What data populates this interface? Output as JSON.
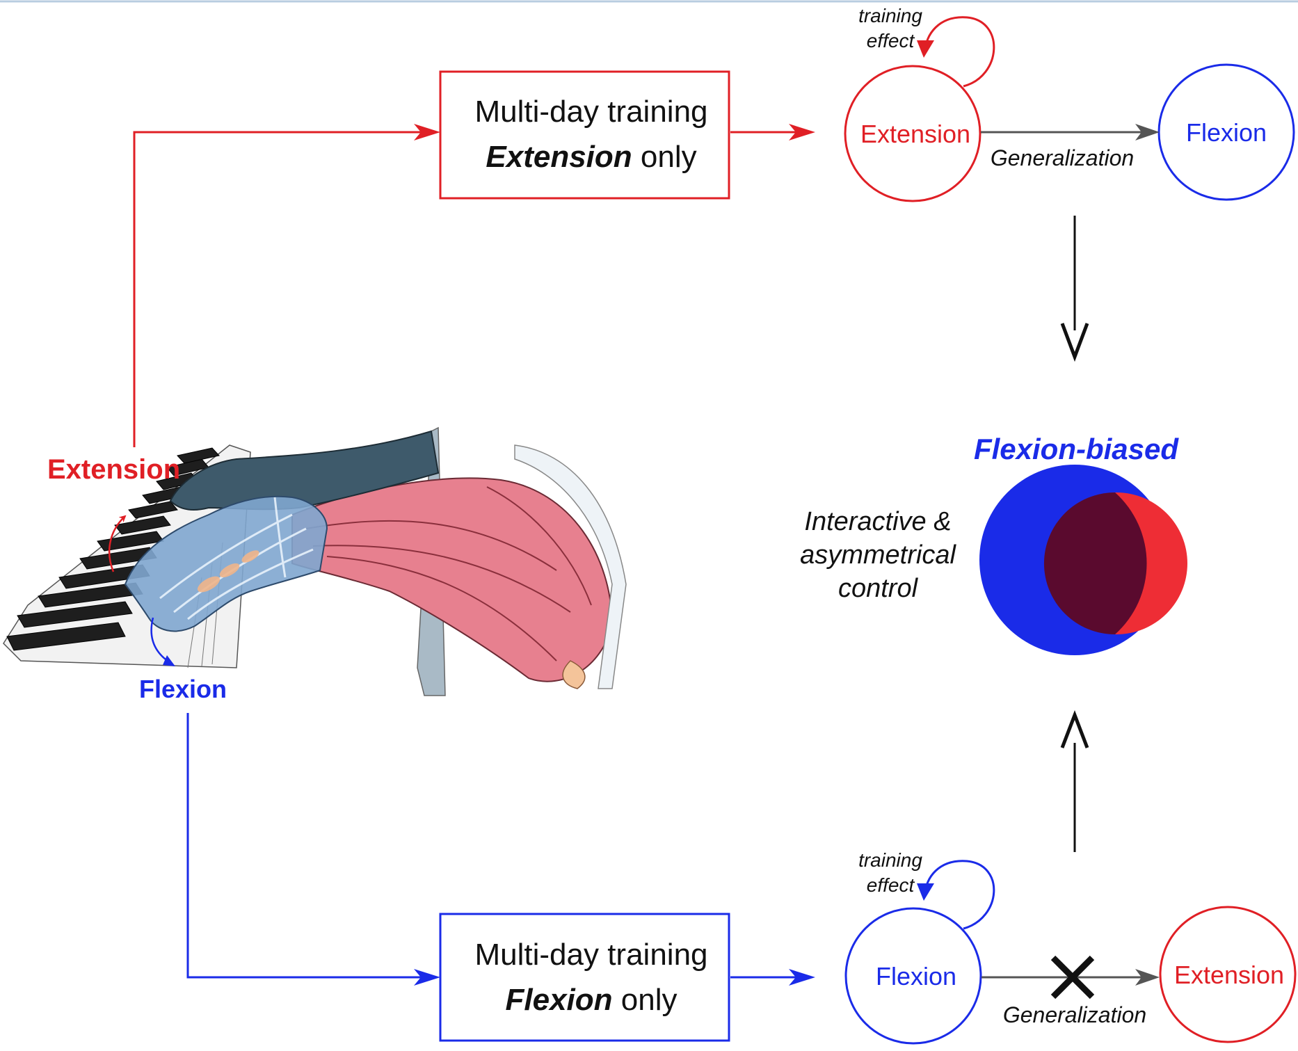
{
  "colors": {
    "extension": "#e01f25",
    "flexion": "#1a2be8",
    "arrow_gray": "#555555",
    "black": "#111111",
    "overlap": "#5a0a2e",
    "muscle": "#e7808f",
    "hand_skin": "#7fa6cf",
    "sleeve": "#3e5a6b"
  },
  "labels": {
    "extension_arrow": "Extension",
    "flexion_arrow": "Flexion"
  },
  "top_box": {
    "line1": "Multi-day training",
    "line2_bold": "Extension",
    "line2_rest": " only"
  },
  "bottom_box": {
    "line1": "Multi-day training",
    "line2_bold": "Flexion",
    "line2_rest": " only"
  },
  "top_row": {
    "training_effect_1": "training",
    "training_effect_2": "effect",
    "circle_left": "Extension",
    "circle_right": "Flexion",
    "generalization": "Generalization"
  },
  "bottom_row": {
    "training_effect_1": "training",
    "training_effect_2": "effect",
    "circle_left": "Flexion",
    "circle_right": "Extension",
    "generalization": "Generalization"
  },
  "outcome": {
    "title": "Flexion-biased",
    "text_1": "Interactive &",
    "text_2": "asymmetrical",
    "text_3": "control"
  }
}
